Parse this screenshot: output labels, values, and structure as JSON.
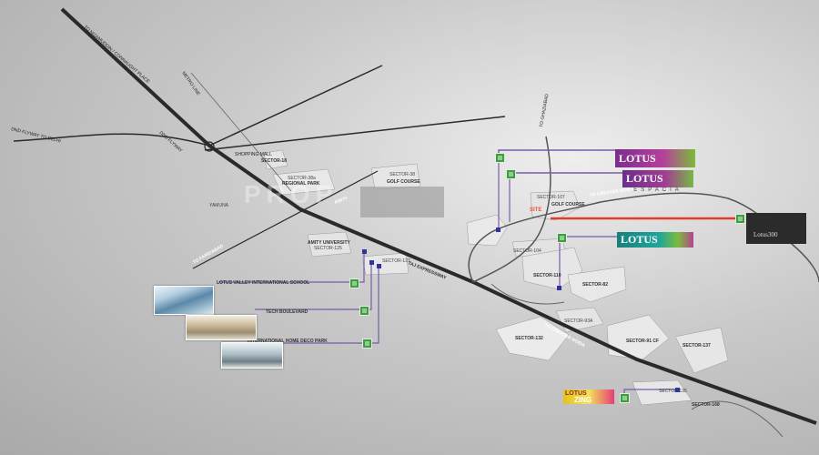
{
  "map": {
    "watermark": "PROP",
    "labels": {
      "to_nizamuddin": "TO NIZAMUDDIN / CONNAUGHT PLACE",
      "dnd_flyway_delhi": "DND FLYWAY TO DELHI",
      "dnd_flyway": "DND FLYWAY",
      "metro_line": "METRO LINE",
      "sector_18": "SECTOR-18",
      "shopping_mall": "SHOPPING MALL",
      "sector_38a": "SECTOR-38a",
      "regional_park": "REGIONAL PARK",
      "sector_38": "SECTOR-38",
      "golf_course": "GOLF COURSE",
      "yamuna": "YAMUNA",
      "amity": "AMITY",
      "amity_university": "AMITY UNIVERSITY",
      "sector_125": "SECTOR-125",
      "to_faridabad": "TO FARIDABAD",
      "sector_127": "SECTOR-127",
      "taj_expressway": "TAJ EXPRESSWAY",
      "to_ghaziabad": "TO GHAZIABAD",
      "to_greater_noida_top": "TO GREATER NOIDA",
      "sector_107": "SECTOR-107",
      "golf_course_2": "GOLF COURSE",
      "site": "SITE",
      "sector_104": "SECTOR-104",
      "sector_110": "SECTOR-110",
      "sector_82": "SECTOR-82",
      "sector_93a": "SECTOR-93A",
      "to_greater_noida": "TO GREATER NOIDA",
      "sector_132": "SECTOR-132",
      "sector_91": "SECTOR-91 CF",
      "sector_137": "SECTOR-137",
      "sector_135": "SECTOR-135",
      "sector_168": "SECTOR-168"
    },
    "places": {
      "lotus_valley": "LOTUS VALLEY INTERNATIONAL SCHOOL",
      "tech_boulevard": "TECH BOULEVARD",
      "home_deco": "INTERNATIONAL HOME DECO PARK"
    },
    "logos": {
      "lotus_1": "LOTUS",
      "lotus_2": "LOTUS",
      "lotus_2_sub": "ESPACIA",
      "lotus_3": "LOTUS",
      "lotus_300": "Lotus300",
      "lotus_zing_a": "LOTUS",
      "lotus_zing_b": "ZING"
    },
    "colors": {
      "road": "#2a2a2a",
      "connector": "#7b5ba8",
      "highlight_line": "#e53a2a",
      "marker": "#3f9d3f"
    }
  }
}
